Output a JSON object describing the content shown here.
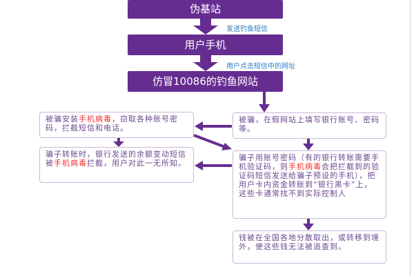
{
  "top_flow": {
    "fake_base_station": "伪基站",
    "send_label": "发送钓鱼短信",
    "user_phone": "用户手机",
    "click_label": "用户点击短信中的网址",
    "phishing_site": "仿冒10086的钓鱼网站"
  },
  "left": {
    "box1": {
      "a": "被骗安装",
      "red": "手机病毒",
      "b": "，窃取各种账号密码，拦截短信和电话。"
    },
    "box2": {
      "a": "骗子转账时，银行发送的余额变动短信被",
      "red": "手机病毒",
      "b": "拦截，用户对此一无所知。"
    }
  },
  "right": {
    "box1": "被骗，在假网站上填写银行账号、密码等。",
    "box2": {
      "a": "骗子用账号密码（有的银行转账需要手机验证码，则",
      "red": "手机病毒",
      "b": "会把拦截到的验证码短信发送给骗子预设的手机），把用户卡内资金转账到“银行黑卡”上，这些卡通常找不到实际控制人"
    },
    "box3": "钱被在全国各地分散取出，或转移到境外，使这些钱无法被追查到。"
  },
  "colors": {
    "primary": "#662d91",
    "highlight": "#ee3030",
    "label": "#2f7bc2"
  }
}
